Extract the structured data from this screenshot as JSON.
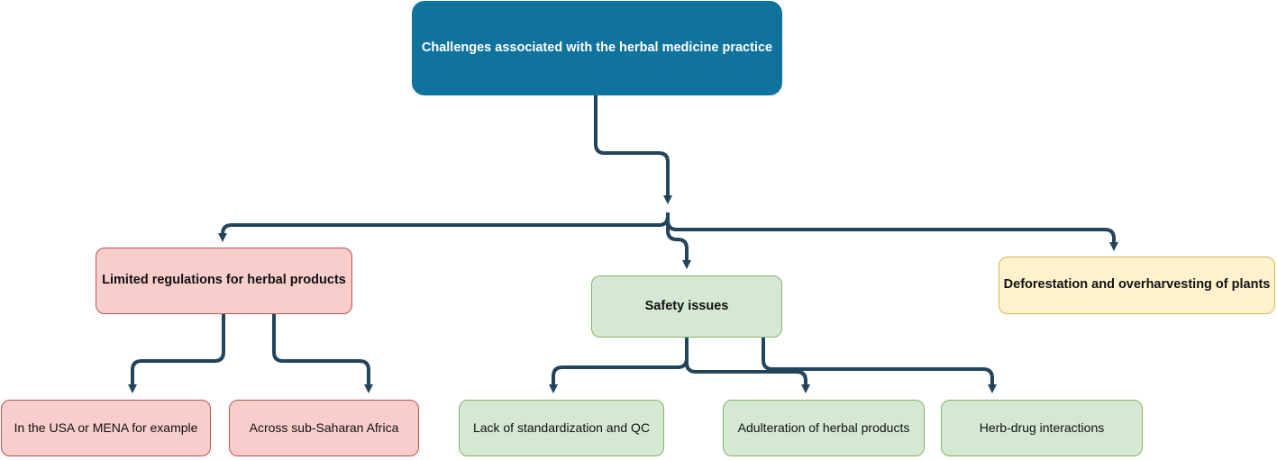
{
  "diagram": {
    "root": {
      "label": "Challenges associated with the herbal medicine practice",
      "fill": "#10739e",
      "border": "#10739e"
    },
    "regulations": {
      "label": "Limited regulations for herbal products",
      "fill": "#f8cecc",
      "border": "#b85450"
    },
    "safety": {
      "label": "Safety issues",
      "fill": "#d5e8d4",
      "border": "#82b366"
    },
    "deforestation": {
      "label": "Deforestation and overharvesting of plants",
      "fill": "#fff2cc",
      "border": "#d6b656"
    },
    "usa_mena": {
      "label": "In the USA or MENA for example",
      "fill": "#f8cecc",
      "border": "#b85450"
    },
    "sub_saharan": {
      "label": "Across sub-Saharan Africa",
      "fill": "#f8cecc",
      "border": "#b85450"
    },
    "standardization": {
      "label": "Lack of standardization and QC",
      "fill": "#d5e8d4",
      "border": "#82b366"
    },
    "adulteration": {
      "label": "Adulteration of herbal products",
      "fill": "#d5e8d4",
      "border": "#82b366"
    },
    "herb_drug": {
      "label": "Herb-drug interactions",
      "fill": "#d5e8d4",
      "border": "#82b366"
    },
    "connector_color": "#23445d"
  }
}
